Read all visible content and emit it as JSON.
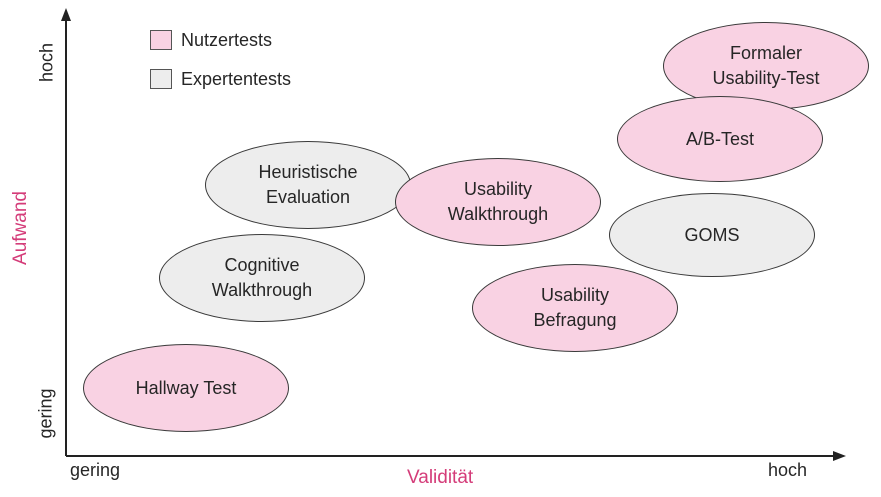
{
  "axes": {
    "x_title": "Validität",
    "y_title": "Aufwand",
    "x_low": "gering",
    "x_high": "hoch",
    "y_low": "gering",
    "y_high": "hoch"
  },
  "legend": {
    "user_tests": "Nutzertests",
    "expert_tests": "Expertentests"
  },
  "colors": {
    "user_fill": "#f9d2e3",
    "expert_fill": "#ededed",
    "axis_title": "#d43c79"
  },
  "methods": {
    "hallway": "Hallway Test",
    "cognitive": "Cognitive\nWalkthrough",
    "heuristic": "Heuristische\nEvaluation",
    "usability_walkthrough": "Usability\nWalkthrough",
    "usability_befragung": "Usability\nBefragung",
    "goms": "GOMS",
    "ab_test": "A/B-Test",
    "formal": "Formaler\nUsability-Test"
  }
}
